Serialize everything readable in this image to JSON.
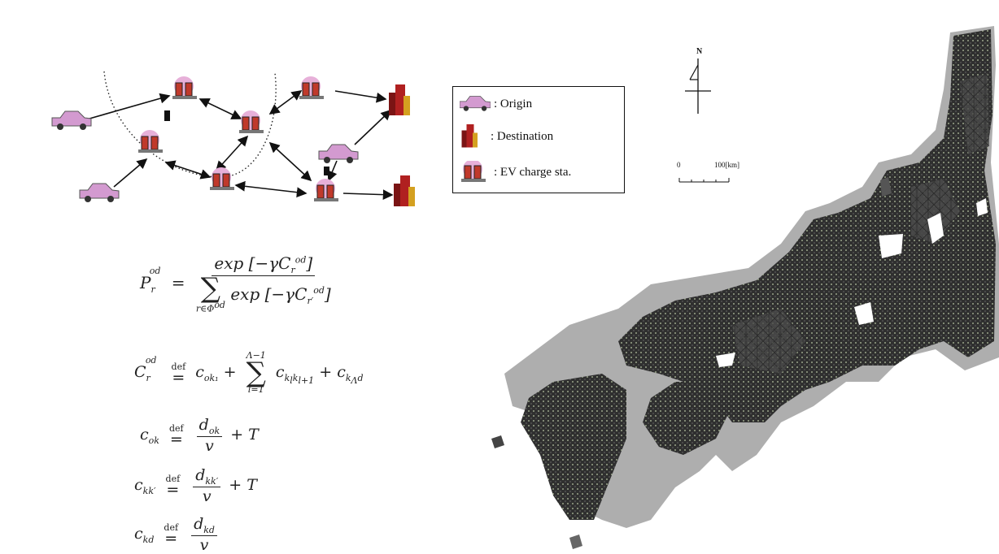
{
  "legend": {
    "origin_label": ": Origin",
    "destination_label": ": Destination",
    "charge_label": ": EV charge sta."
  },
  "map": {
    "north_label": "N",
    "scale_start": "0",
    "scale_end": "100[km]"
  },
  "colors": {
    "car": "#d39ad0",
    "destination": "#7a1414",
    "station_pink": "#e7b0d9",
    "network_dark": "#3a3a3a",
    "network_grey": "#9a9a9a"
  },
  "icons": {
    "origin": "car-icon",
    "destination": "building-icon",
    "station": "ev-charge-station-icon"
  }
}
